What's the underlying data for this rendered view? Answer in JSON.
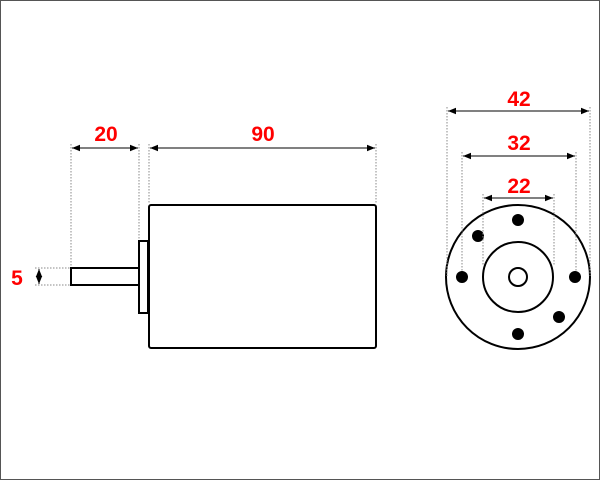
{
  "title": "Motor dimension drawing",
  "dimensions": {
    "shaft_length": "20",
    "body_length": "90",
    "shaft_diameter": "5",
    "outer_diameter": "42",
    "bolt_circle_diameter": "32",
    "pilot_diameter": "22"
  },
  "colors": {
    "dimension_text": "#ff0000",
    "lines": "#000000"
  }
}
